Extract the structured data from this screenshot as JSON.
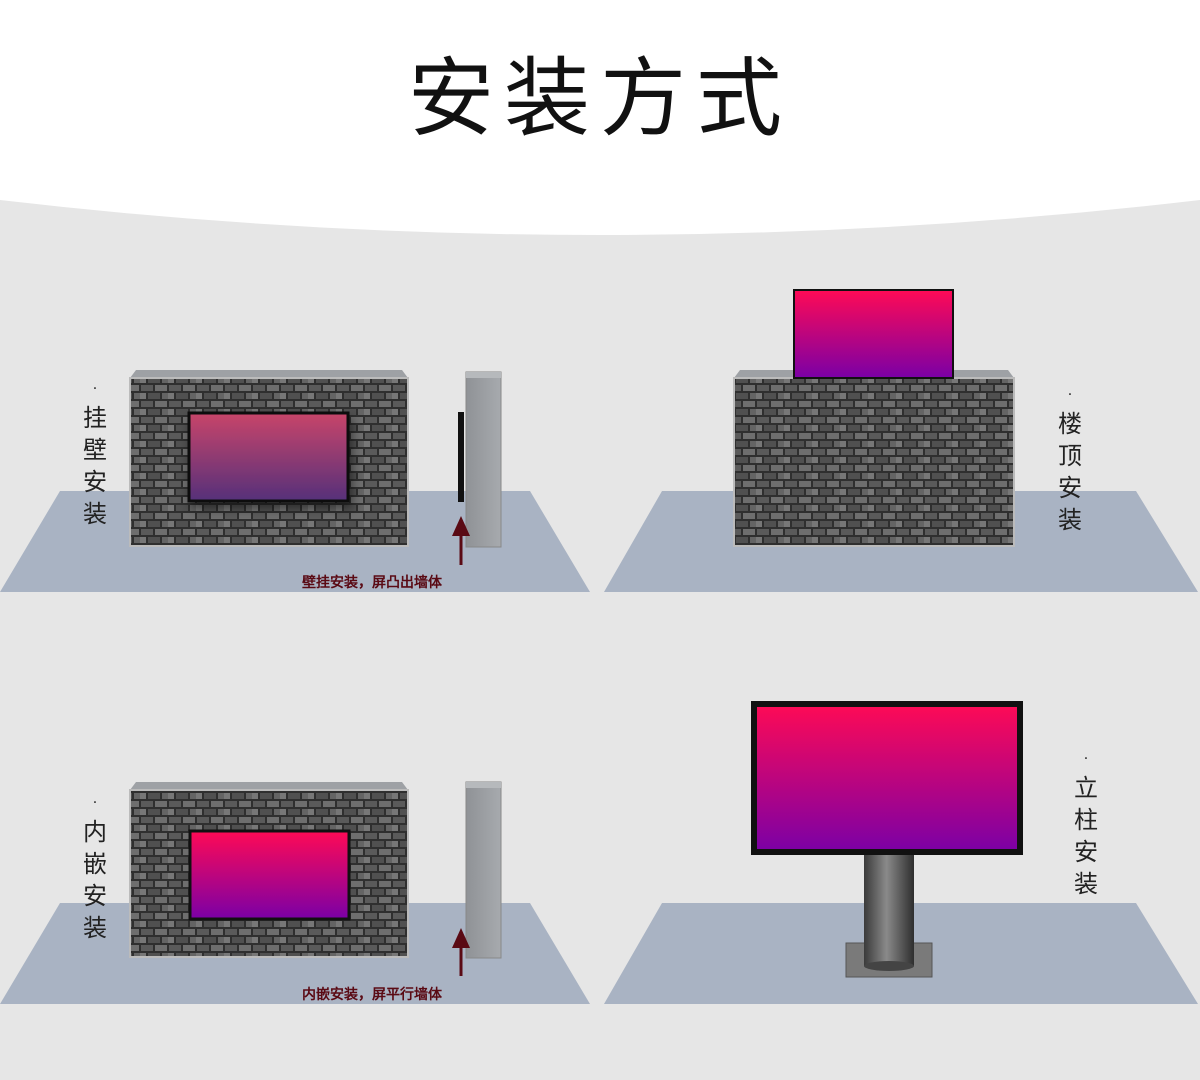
{
  "title": "安装方式",
  "colors": {
    "background": "#e6e6e6",
    "floor": "#a9b3c3",
    "brick_dark": "#3a3a3a",
    "screen_top": "#ff0a55",
    "screen_bottom": "#7a00a6",
    "arrow": "#5a0a14"
  },
  "methods": [
    {
      "label_chars": [
        "挂",
        "壁",
        "安",
        "装"
      ],
      "caption": "壁挂安装，屏凸出墙体"
    },
    {
      "label_chars": [
        "楼",
        "顶",
        "安",
        "装"
      ]
    },
    {
      "label_chars": [
        "内",
        "嵌",
        "安",
        "装"
      ],
      "caption": "内嵌安装，屏平行墙体"
    },
    {
      "label_chars": [
        "立",
        "柱",
        "安",
        "装"
      ]
    }
  ]
}
